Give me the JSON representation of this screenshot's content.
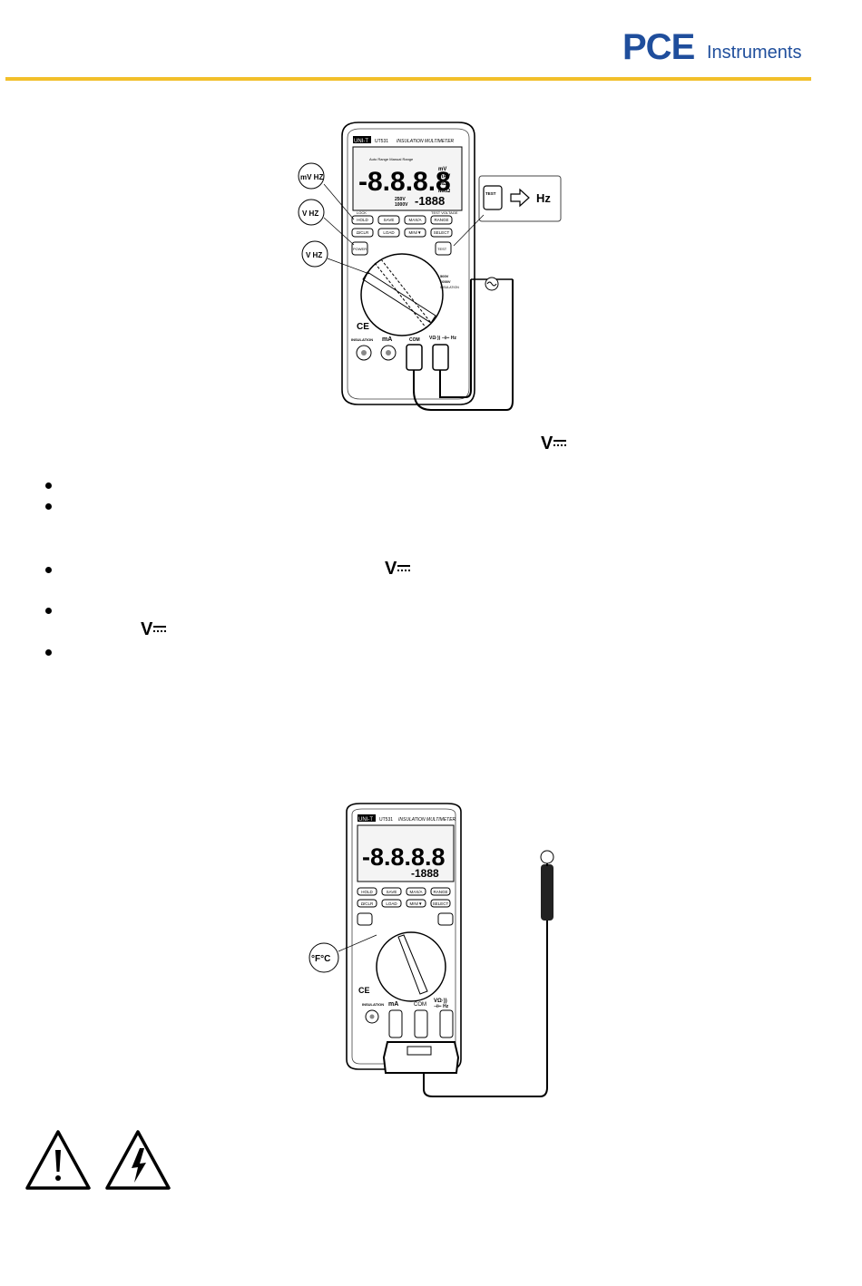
{
  "header": {
    "logo_brand": "PCE",
    "logo_suffix": "Instruments",
    "rule_color": "#f2bf2a",
    "brand_color": "#1f4e9c"
  },
  "figure1": {
    "brand": "UNI-T",
    "model": "UT531",
    "subtitle": "INSULATION MULTIMETER",
    "lcd_top": "Auto Range  Manual Range",
    "lcd_digits": "-8.8.8.8",
    "lcd_units_right": [
      "mV",
      "mAV",
      "MΩ",
      "MkΩ"
    ],
    "lcd_small_digits": "-1888",
    "lcd_volts": [
      "250V",
      "1000V"
    ],
    "buttons": [
      "HOLD",
      "SAVE",
      "MAX/A",
      "RANGE",
      "Ω/CLR",
      "LOAD",
      "MIN/▼",
      "SELECT"
    ],
    "power_label": "POWER",
    "test_label": "TEST",
    "test_voltage_label": "TEST VOLTAGE",
    "lock_label": "LOCK",
    "ce_mark": "CE",
    "jack_labels": [
      "INSULATION",
      "mA",
      "COM",
      "VΩ·)) ⊣⊢ Hz"
    ],
    "dial_labels": [
      "500V",
      "1000V",
      "INSULATION"
    ],
    "callouts": [
      "mV HZ",
      "V HZ",
      "V HZ"
    ],
    "inset_arrow": "Hz",
    "inset_button": "TEST"
  },
  "figure2": {
    "brand": "UNI-T",
    "model": "UT531",
    "subtitle": "INSULATION MULTIMETER",
    "callout": "°F°C",
    "jack_labels": [
      "INSULATION",
      "mA",
      "COM",
      "VΩ·))",
      "⊣⊢ Hz"
    ],
    "buttons": [
      "HOLD",
      "SAVE",
      "MAX/A",
      "RANGE",
      "Ω/CLR",
      "LOAD",
      "MIN/▼",
      "SELECT"
    ]
  },
  "symbols": {
    "v_dc": "V"
  },
  "warnings": {
    "icons": [
      "caution-triangle",
      "high-voltage-triangle"
    ]
  }
}
